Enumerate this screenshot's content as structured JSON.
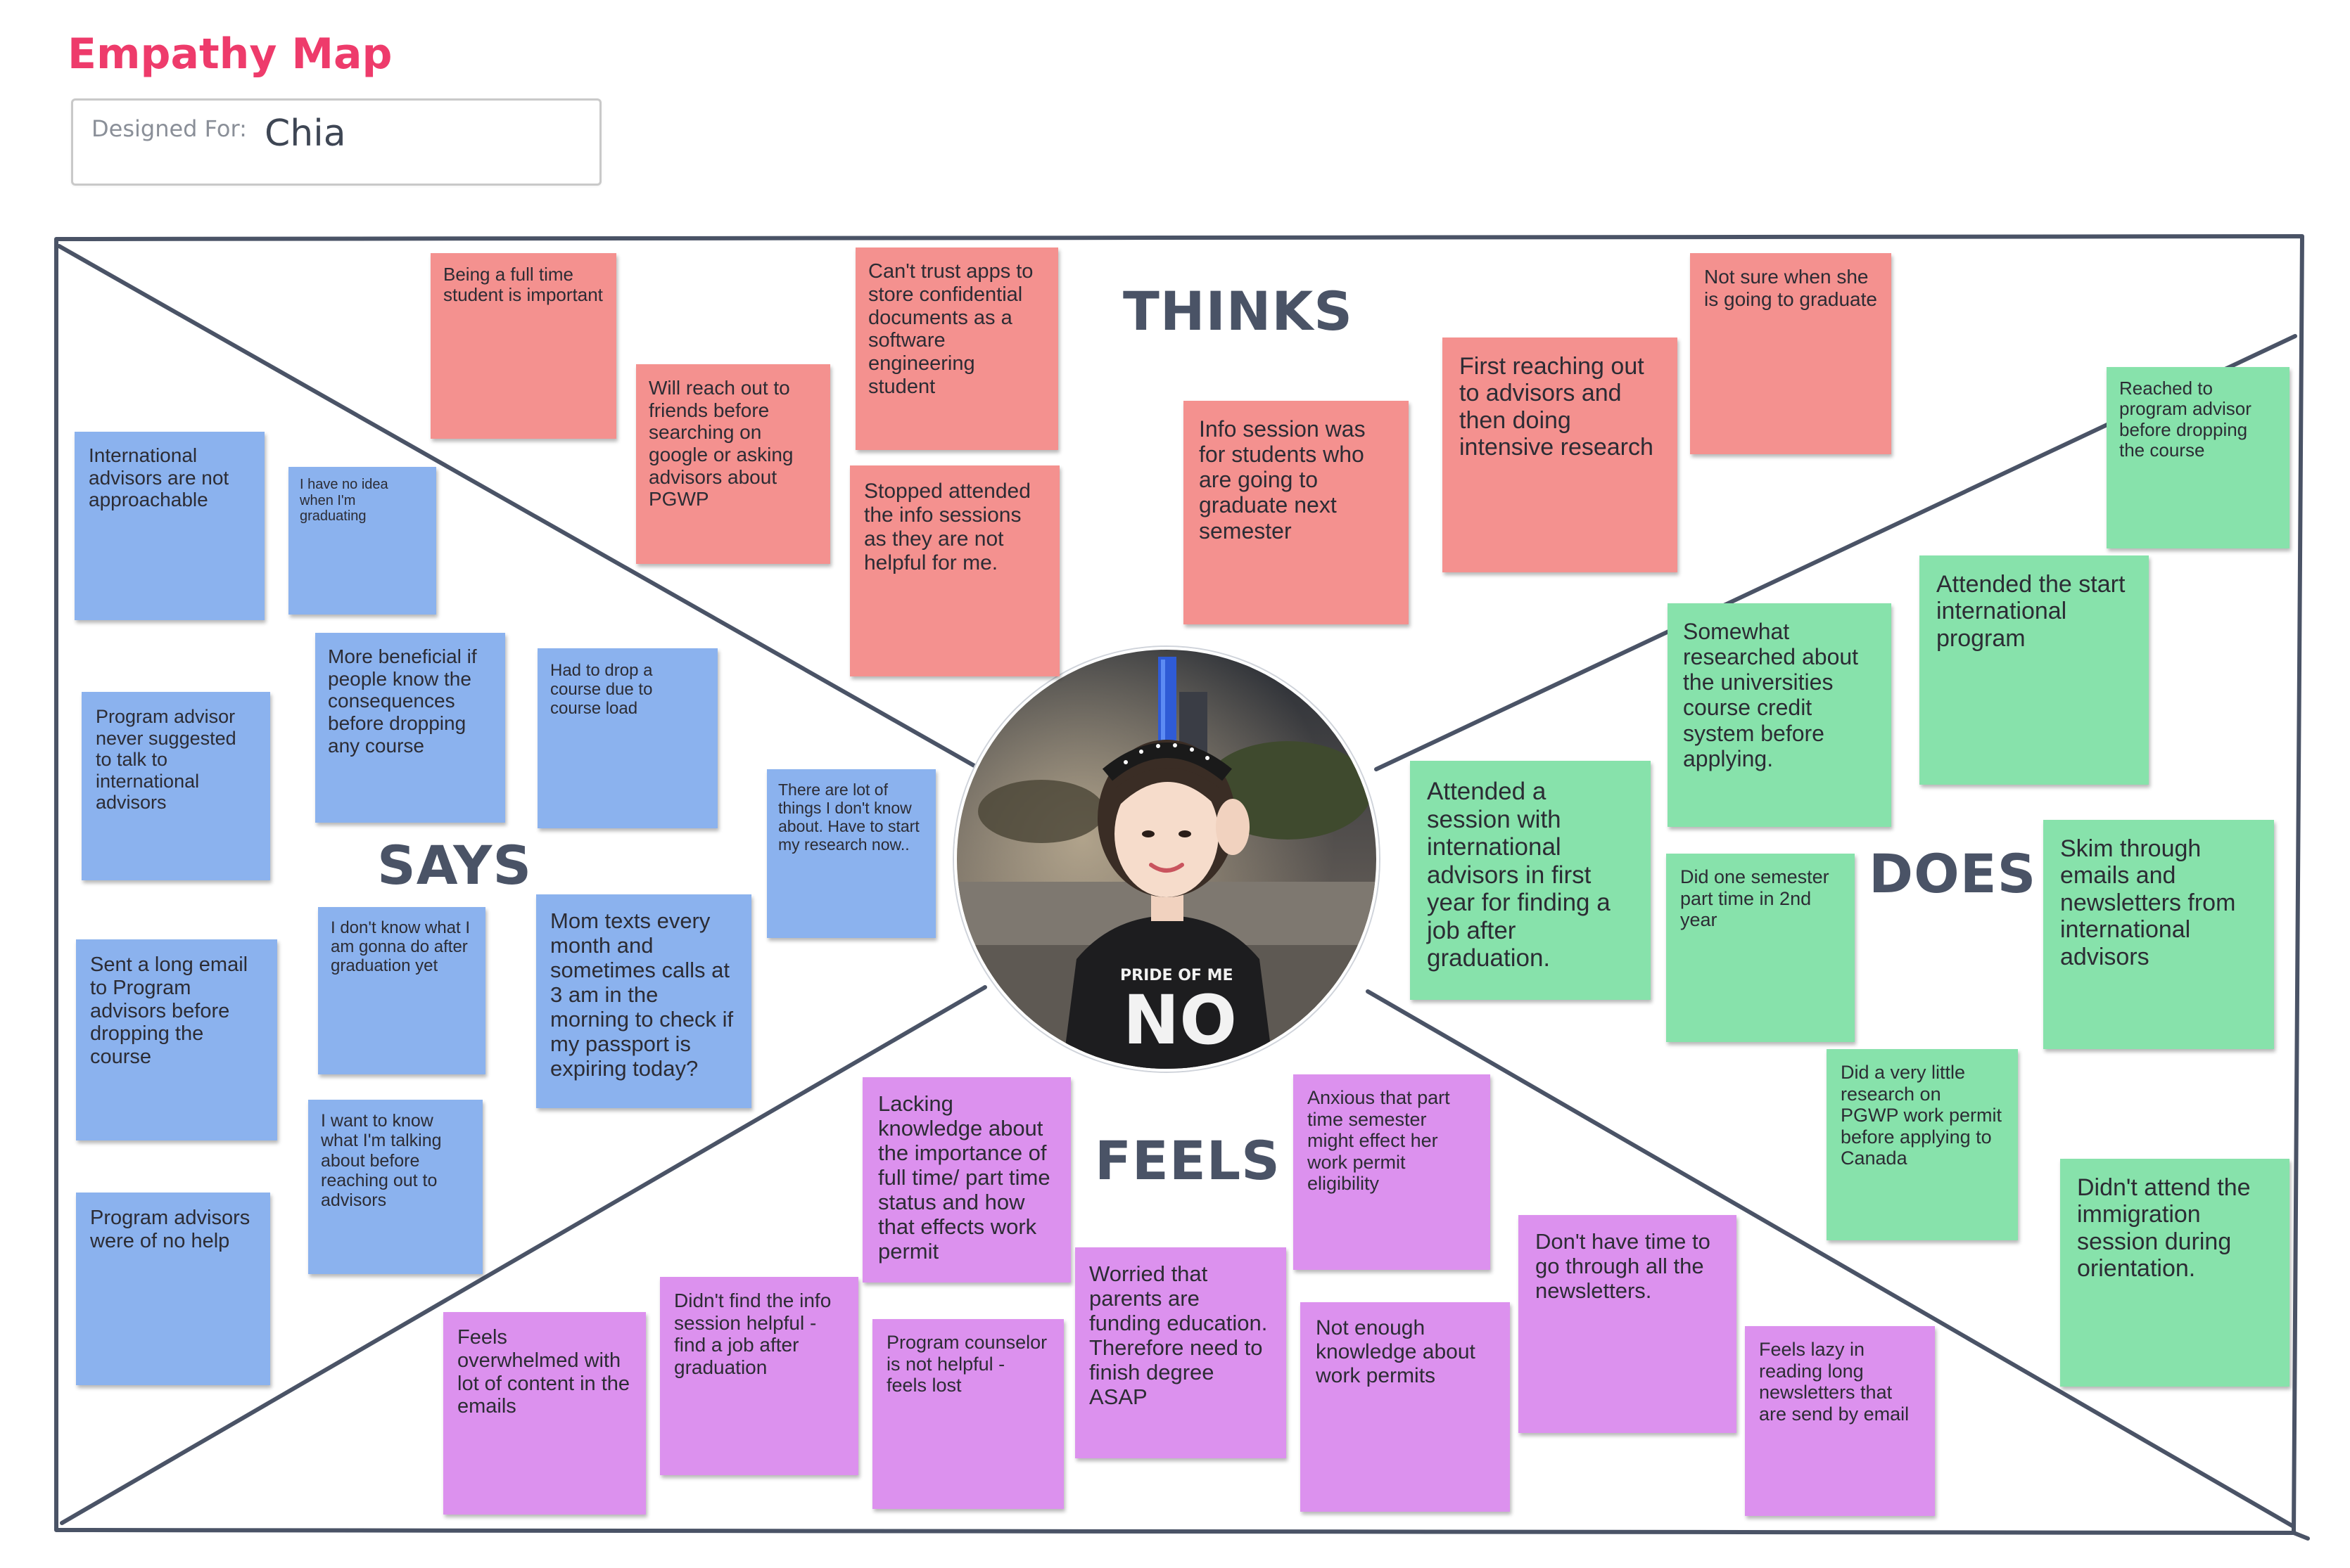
{
  "header": {
    "title": "Empathy Map",
    "designed_for_label": "Designed For:",
    "designed_for_name": "Chia"
  },
  "quadrants": {
    "thinks": "THINKS",
    "says": "SAYS",
    "does": "DOES",
    "feels": "FEELS"
  },
  "avatar": {
    "shirt_text_small": "PRIDE OF ME",
    "shirt_text_big": "NO"
  },
  "notes": {
    "n01": "Being a full time student is important",
    "n02": "Will reach out to friends before searching on google or asking advisors about PGWP",
    "n03": "Can't trust apps to store confidential documents as a software engineering student",
    "n04": "Stopped attended the info sessions as they are not helpful for me.",
    "n05": "Info session was for students who are going to graduate next semester",
    "n06": "First reaching out to advisors and then doing intensive research",
    "n07": "Not sure when she is going to graduate",
    "n08": "International advisors are not approachable",
    "n09": "I have no idea when I'm graduating",
    "n10": "More beneficial  if people know the consequences before dropping any course",
    "n11": "Had to drop a course due to course load",
    "n12": "Program advisor never suggested to talk to international advisors",
    "n13": "There are lot of things I don't know about. Have to start my research now..",
    "n14": "I don't know what I am gonna do after graduation yet",
    "n15": "Mom texts every month and sometimes calls at 3 am in the morning to check if my passport is expiring today?",
    "n16": "Sent a long email to Program advisors before dropping the course",
    "n17": "I want to know what I'm talking about before reaching out to advisors",
    "n18": "Program advisors were of no help",
    "n19": "Reached to program advisor before dropping the course",
    "n20": "Attended the start international program",
    "n21": "Somewhat researched about the universities course credit system before applying.",
    "n22": "Attended a session with international advisors in first year for finding a job after graduation.",
    "n23": "Did one semester part time in 2nd year",
    "n24": "Skim through emails and newsletters from international advisors",
    "n25": "Did a very little research on PGWP work  permit before applying to Canada",
    "n26": "Didn't attend the immigration session during orientation.",
    "n27": "Lacking knowledge about the importance of full time/ part time status and how that effects work permit",
    "n28": "Anxious that part time semester might effect her work permit eligibility",
    "n29": "Worried that parents are funding education. Therefore need to finish degree ASAP",
    "n30": "Didn't find the info session helpful - find a job after graduation",
    "n31": "Feels overwhelmed with lot of content in the emails",
    "n32": "Program counselor is not helpful - feels lost",
    "n33": "Not enough knowledge about work permits",
    "n34": "Don't have time to go through all the newsletters.",
    "n35": "Feels lazy in reading long newsletters that are send by email"
  },
  "colors": {
    "says": "#8bb2ee",
    "thinks": "#f4918f",
    "does": "#87e2ab",
    "feels": "#dc91ee",
    "title": "#ee3b6b",
    "labels": "#4a5366"
  }
}
